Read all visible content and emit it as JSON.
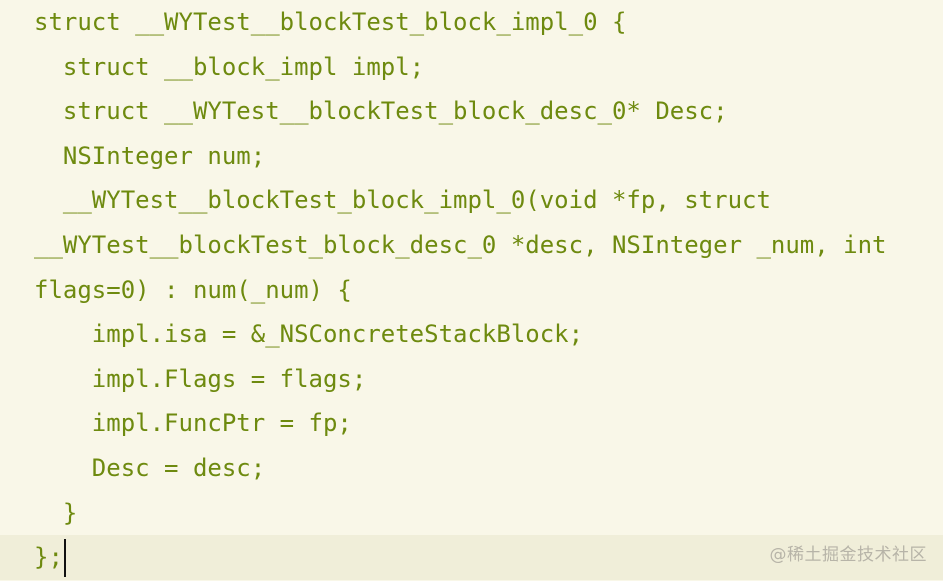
{
  "code_lines": [
    "struct __WYTest__blockTest_block_impl_0 {",
    "  struct __block_impl impl;",
    "  struct __WYTest__blockTest_block_desc_0* Desc;",
    "  NSInteger num;",
    "  __WYTest__blockTest_block_impl_0(void *fp, struct",
    "__WYTest__blockTest_block_desc_0 *desc, NSInteger _num, int",
    "flags=0) : num(_num) {",
    "    impl.isa = &_NSConcreteStackBlock;",
    "    impl.Flags = flags;",
    "    impl.FuncPtr = fp;",
    "    Desc = desc;",
    "  }",
    "};"
  ],
  "watermark": "@稀土掘金技术社区",
  "colors": {
    "background": "#f9f7e8",
    "code_text": "#6e8a0f",
    "current_line": "#f0eed9",
    "watermark": "#b7b4a8"
  }
}
